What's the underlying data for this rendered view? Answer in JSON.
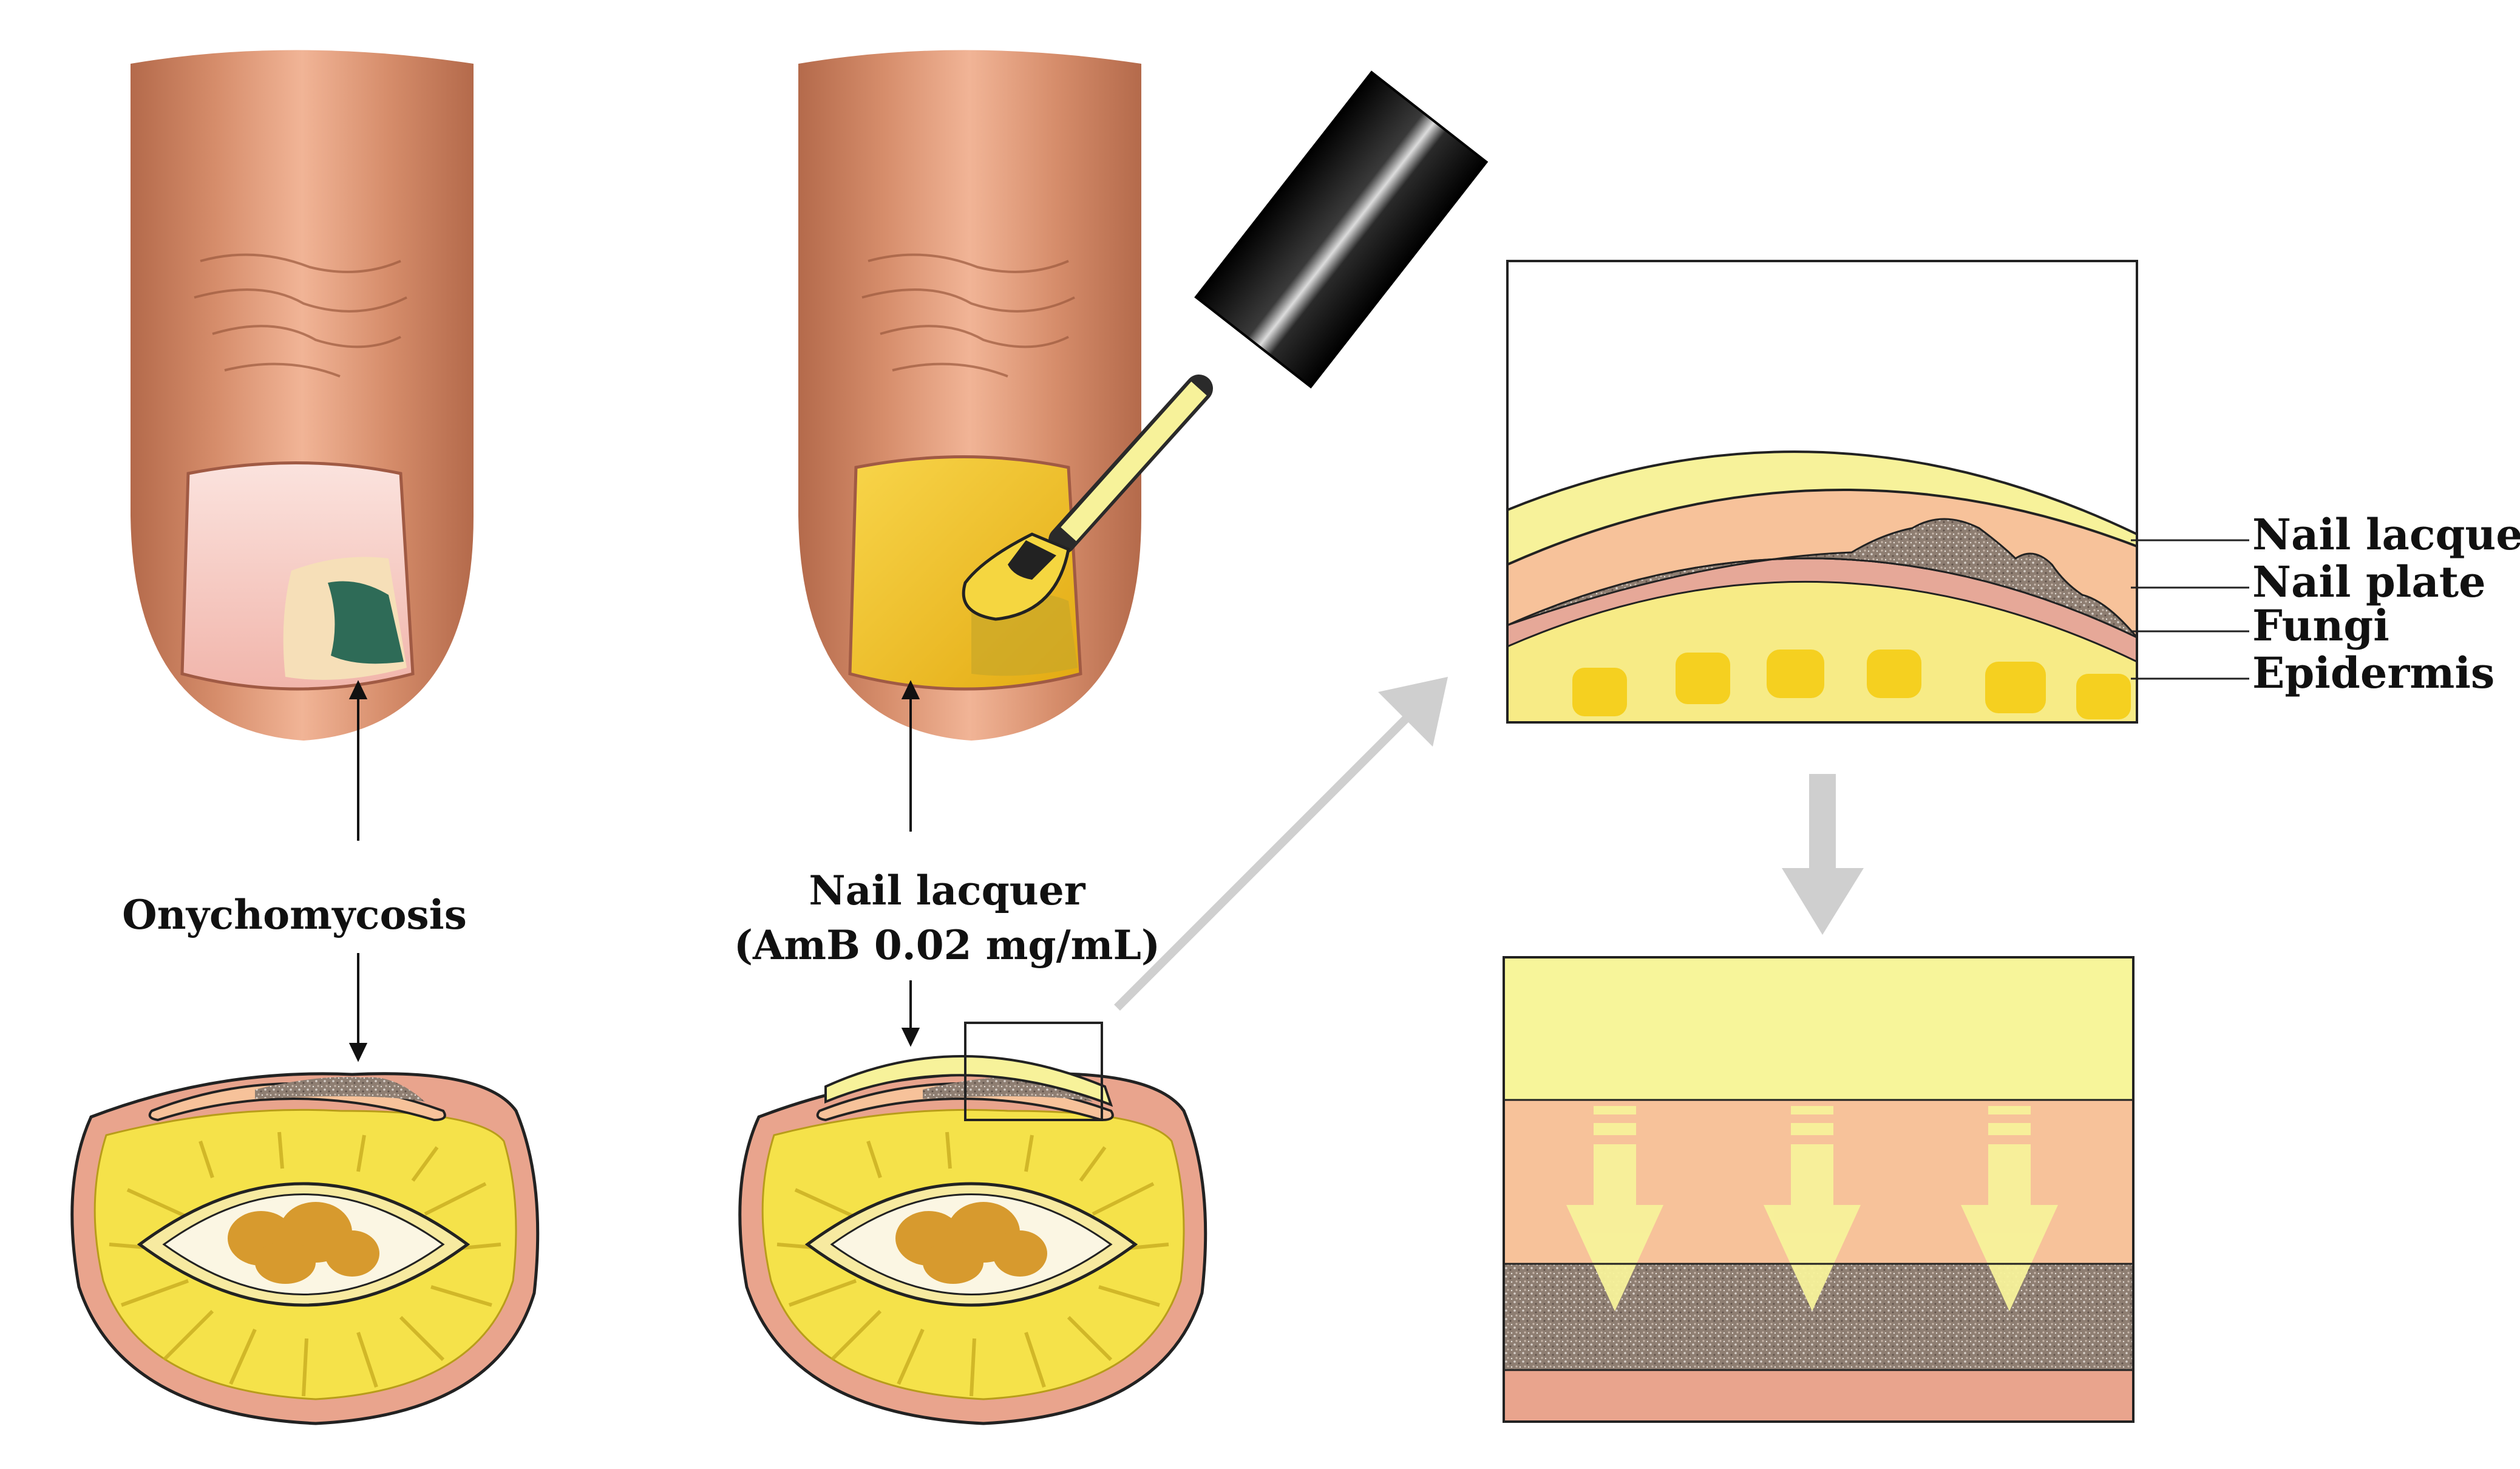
{
  "labels": {
    "left_caption": "Onychomycosis",
    "middle_caption_line1": "Nail lacquer",
    "middle_caption_line2": "(AmB 0.02 mg/mL)",
    "layer_lacquer": "Nail lacquer",
    "layer_plate": "Nail plate",
    "layer_fungi": "Fungi",
    "layer_epidermis": "Epidermis"
  },
  "colors": {
    "skin": "#c98362",
    "skin_light": "#f0b9a0",
    "nail_pink": "#f7c9c1",
    "lacquer_yellow": "#f7f29a",
    "nail_plate": "#f7c29a",
    "fungi": "#8f7f73",
    "epidermis": "#e6a898",
    "fat_yellow": "#f5e24a",
    "nail_gold": "#f2c21f",
    "arrow_gray": "#cfcfcf",
    "fungi_dark": "#2e6b57"
  },
  "icons": [
    "nail-polish-brush-icon",
    "downward-arrow-icon"
  ]
}
